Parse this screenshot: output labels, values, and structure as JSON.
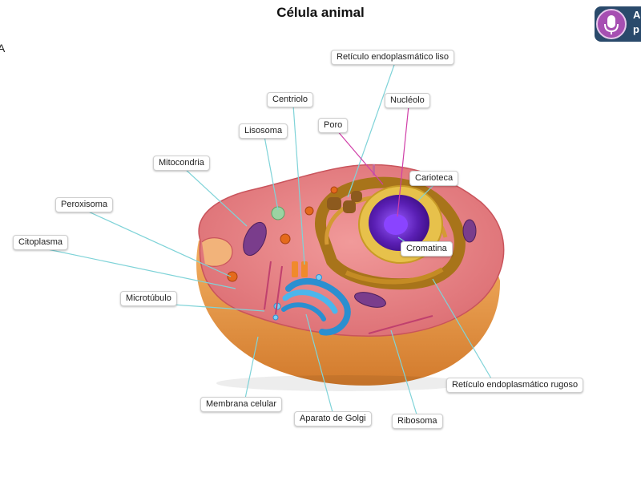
{
  "title": "Célula animal",
  "edge_fragments": {
    "left": "A",
    "badge_top": "A",
    "badge_bottom": "p"
  },
  "badge_icon": "microphone-icon",
  "colors": {
    "leader_cyan": "#7fd3d8",
    "leader_magenta": "#d03ea8",
    "cytoplasm": "#e9868a",
    "membrane_side": "#e89a50",
    "nucleus": "#5a1fb4",
    "nuclear_envelope": "#e7c14b",
    "rough_er": "#b8861c",
    "golgi": "#39a6e0",
    "mitochondria": "#7a3d8c"
  },
  "labels": [
    {
      "id": "reticulo-liso",
      "text": "Retículo endoplasmático liso"
    },
    {
      "id": "centriolo",
      "text": "Centriolo"
    },
    {
      "id": "nucleolo",
      "text": "Nucléolo"
    },
    {
      "id": "lisosoma",
      "text": "Lisosoma"
    },
    {
      "id": "poro",
      "text": "Poro"
    },
    {
      "id": "mitocondria",
      "text": "Mitocondria"
    },
    {
      "id": "carioteca",
      "text": "Carioteca"
    },
    {
      "id": "peroxisoma",
      "text": "Peroxisoma"
    },
    {
      "id": "citoplasma",
      "text": "Citoplasma"
    },
    {
      "id": "cromatina",
      "text": "Cromatina"
    },
    {
      "id": "microtubulo",
      "text": "Microtúbulo"
    },
    {
      "id": "reticulo-rugoso",
      "text": "Retículo endoplasmático rugoso"
    },
    {
      "id": "membrana",
      "text": "Membrana celular"
    },
    {
      "id": "golgi",
      "text": "Aparato de Golgi"
    },
    {
      "id": "ribosoma",
      "text": "Ribosoma"
    }
  ]
}
